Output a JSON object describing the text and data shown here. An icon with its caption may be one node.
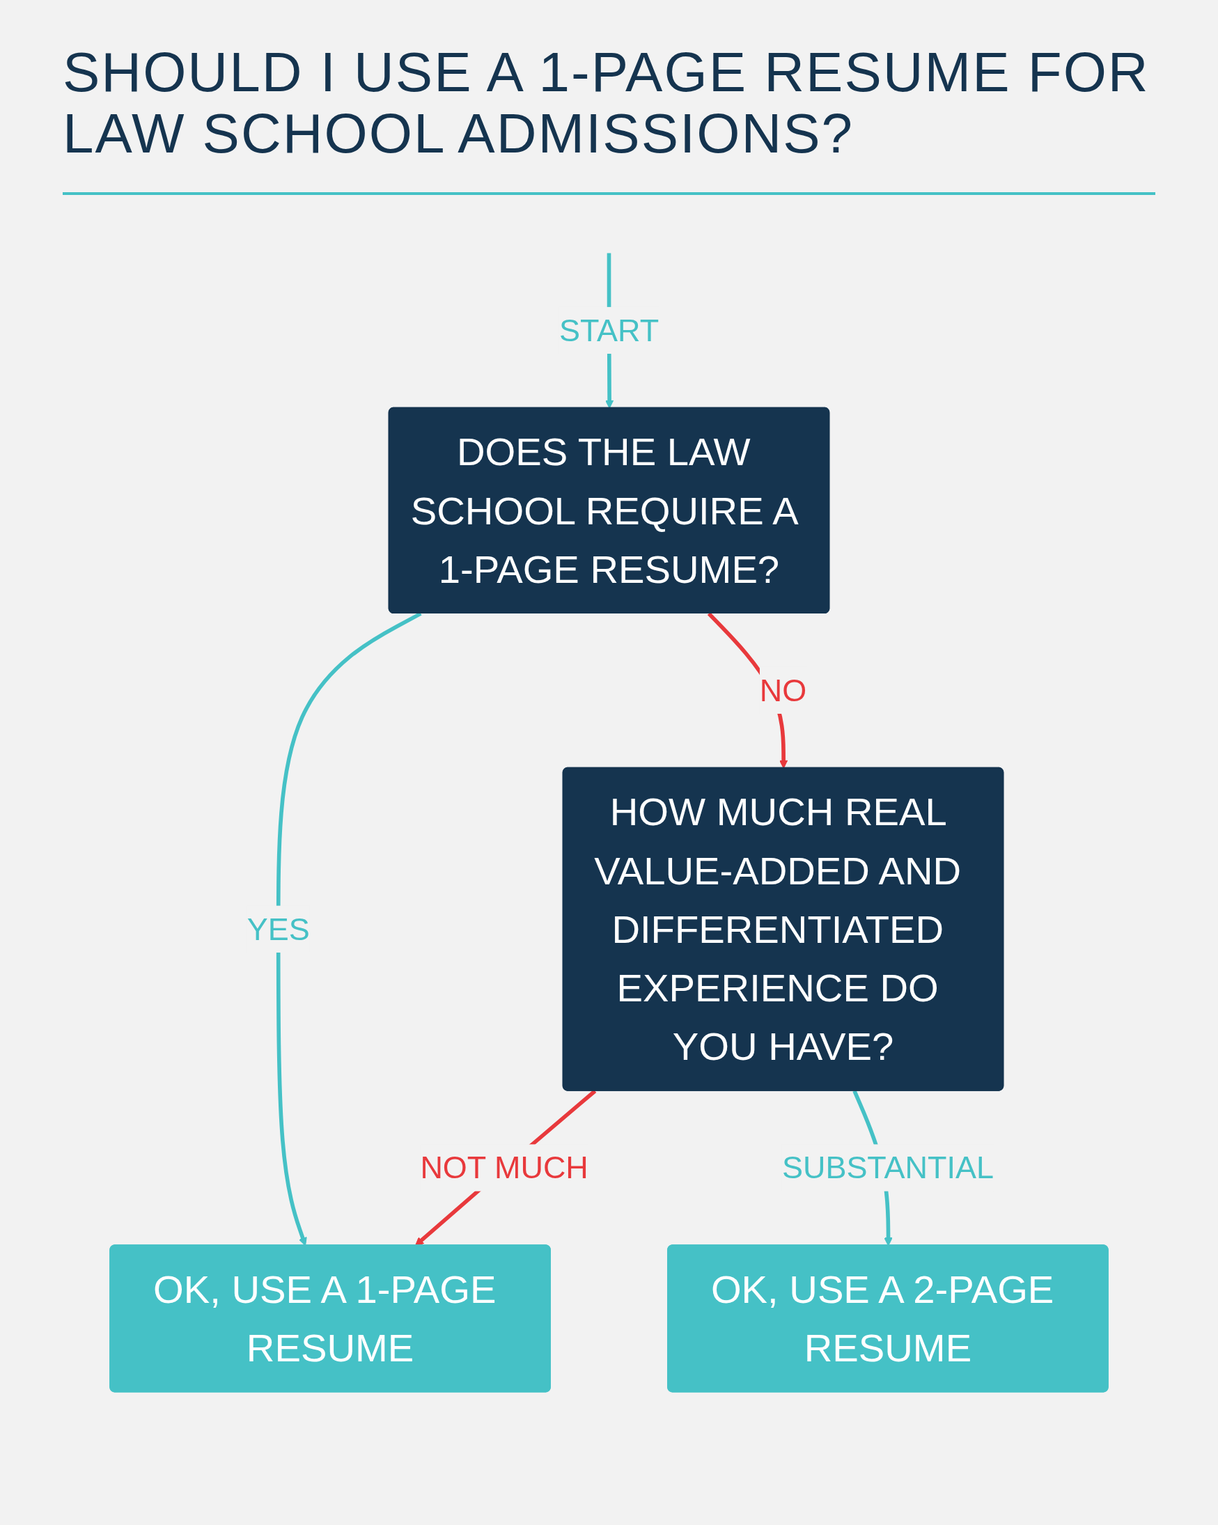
{
  "diagram": {
    "title": "SHOULD I USE A 1-PAGE RESUME FOR LAW SCHOOL ADMISSIONS?",
    "nodes": [
      {
        "text": [
          "OK, USE A 1-PAGE RESUME"
        ]
      },
      {
        "text": [
          "DOES THE LAW SCHOOL REQUIRE A 1-PAGE RESUME?"
        ]
      },
      {
        "text": [
          "HOW MUCH REAL VALUE-ADDED AND DIFFERENTIATED EXPERIENCE DO YOU HAVE?"
        ]
      },
      {
        "text": [
          "OK, USE A 2-PAGE RESUME"
        ]
      }
    ],
    "edges": [
      {
        "from": null,
        "to": 1,
        "arrow": "to",
        "label": "START"
      },
      {
        "from": 1,
        "to": 0,
        "arrow": "to",
        "label": "YES"
      },
      {
        "from": 1,
        "to": 2,
        "arrow": "to",
        "label": "NO",
        "color": "#e8393c"
      },
      {
        "from": 2,
        "to": 0,
        "arrow": "to",
        "label": "NOT MUCH",
        "color": "#e8393c"
      },
      {
        "from": 2,
        "to": 3,
        "arrow": "to",
        "label": "SUBSTANTIAL"
      }
    ]
  }
}
